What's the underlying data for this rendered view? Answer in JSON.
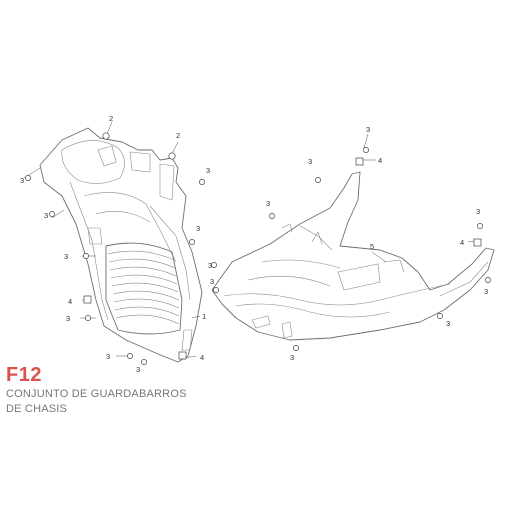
{
  "page": {
    "code": "F12",
    "title_line_1": "CONJUNTO DE GUARDABARROS",
    "title_line_2": "DE CHASIS"
  },
  "callouts": {
    "c_1": "1",
    "c_2a": "2",
    "c_2b": "2",
    "c_3a": "3",
    "c_3b": "3",
    "c_3c": "3",
    "c_3d": "3",
    "c_3e": "3",
    "c_3f": "3",
    "c_3g": "3",
    "c_3h": "3",
    "c_3i": "3",
    "c_3j": "3",
    "c_3k": "3",
    "c_3l": "3",
    "c_3m": "3",
    "c_3n": "3",
    "c_3o": "3",
    "c_3p": "3",
    "c_3q": "3",
    "c_4a": "4",
    "c_4b": "4",
    "c_4c": "4",
    "c_4d": "4",
    "c_5": "5"
  },
  "colors": {
    "accent": "#d9534f",
    "line": "#6e6e6e",
    "text": "#333333"
  }
}
